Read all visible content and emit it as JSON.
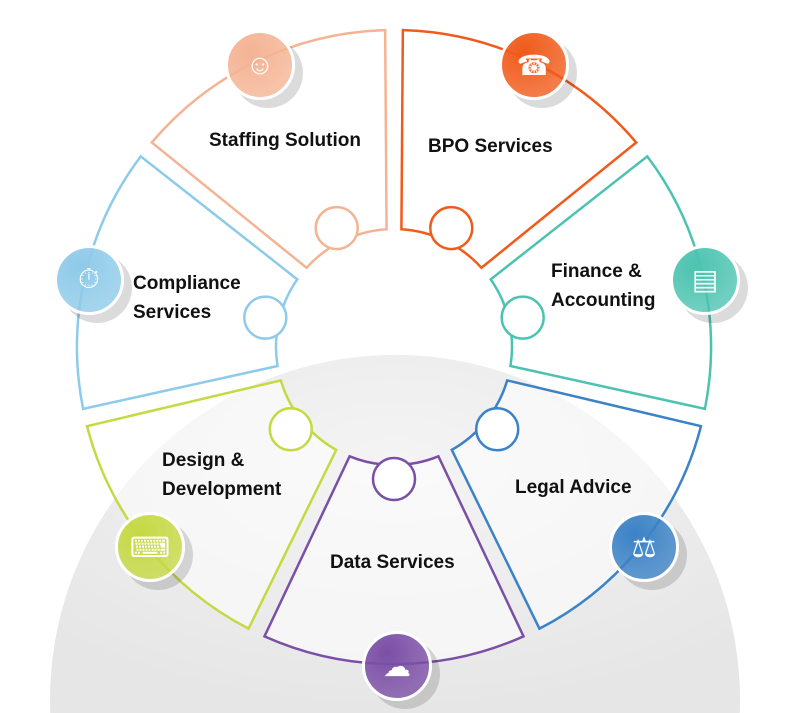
{
  "segments": [
    {
      "id": "bpo",
      "label": "BPO Services",
      "color": "#f05a1a",
      "icon": "headset-agent-icon",
      "glyph": "☎"
    },
    {
      "id": "finance",
      "label": "Finance & Accounting",
      "line1": "Finance &",
      "line2": "Accounting",
      "color": "#4cc3b0",
      "icon": "report-chart-icon",
      "glyph": "▤"
    },
    {
      "id": "legal",
      "label": "Legal Advice",
      "color": "#3b82c6",
      "icon": "scales-hand-icon",
      "glyph": "⚖"
    },
    {
      "id": "data",
      "label": "Data Services",
      "color": "#7b4fa6",
      "icon": "cloud-network-icon",
      "glyph": "☁"
    },
    {
      "id": "design",
      "label": "Design & Development",
      "line1": "Design &",
      "line2": "Development",
      "color": "#c5d943",
      "icon": "monitor-code-icon",
      "glyph": "⌨"
    },
    {
      "id": "compliance",
      "label": "Compliance Services",
      "line1": "Compliance",
      "line2": "Services",
      "color": "#8ecae9",
      "icon": "document-clock-icon",
      "glyph": "⏱"
    },
    {
      "id": "staffing",
      "label": "Staffing Solution",
      "color": "#f4b393",
      "icon": "team-people-icon",
      "glyph": "☺"
    }
  ]
}
